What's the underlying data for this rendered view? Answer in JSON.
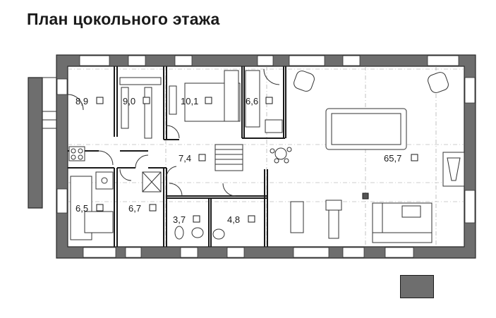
{
  "title": "План цокольного этажа",
  "rooms": [
    {
      "id": "r1",
      "area": "8,9"
    },
    {
      "id": "r2",
      "area": "9,0"
    },
    {
      "id": "r3",
      "area": "10,1"
    },
    {
      "id": "r4",
      "area": "6,6"
    },
    {
      "id": "r5",
      "area": "65,7"
    },
    {
      "id": "r6",
      "area": "7,4"
    },
    {
      "id": "r7",
      "area": "6,5"
    },
    {
      "id": "r8",
      "area": "6,7"
    },
    {
      "id": "r9",
      "area": "3,7"
    },
    {
      "id": "r10",
      "area": "4,8"
    }
  ],
  "colors": {
    "wall": "#6e6e6e",
    "line": "#1a1a1a"
  }
}
